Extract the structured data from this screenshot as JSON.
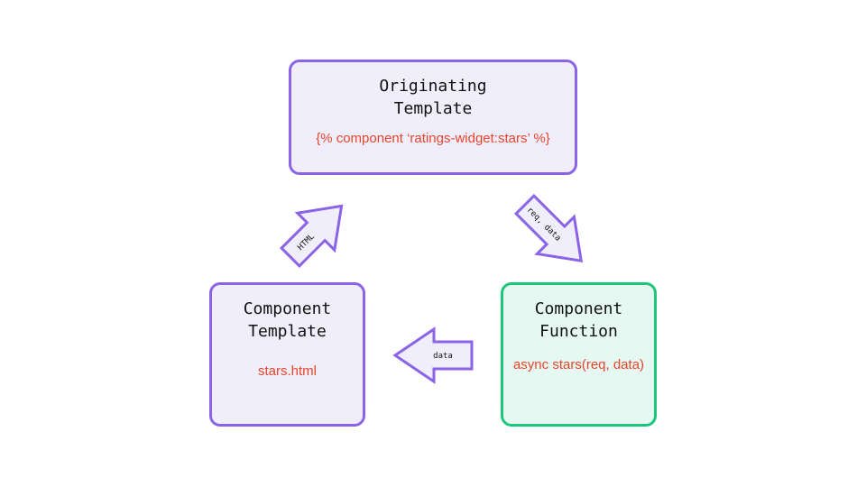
{
  "originating": {
    "title": "Originating\nTemplate",
    "code": "{% component ‘ratings-widget:stars’ %}"
  },
  "component_template": {
    "title": "Component\nTemplate",
    "code": "stars.html"
  },
  "component_function": {
    "title": "Component\nFunction",
    "code": "async stars(req, data)"
  },
  "arrows": {
    "html": "HTML",
    "req_data": "req, data",
    "data": "data"
  },
  "colors": {
    "purple": "#8b63e6",
    "green": "#1dc67d",
    "code": "#e8452c"
  }
}
